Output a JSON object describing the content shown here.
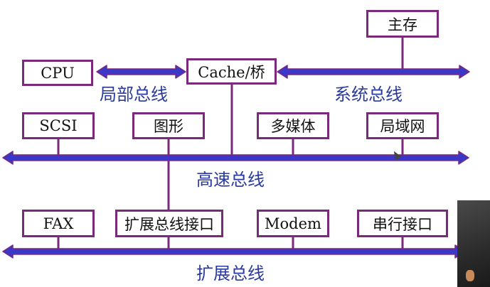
{
  "diagram": {
    "boxes": {
      "main_memory": "主存",
      "cpu": "CPU",
      "cache_bridge": "Cache/桥",
      "scsi": "SCSI",
      "graphics": "图形",
      "multimedia": "多媒体",
      "lan": "局域网",
      "fax": "FAX",
      "expansion_bus_interface": "扩展总线接口",
      "modem": "Modem",
      "serial_interface": "串行接口"
    },
    "buses": {
      "local_bus": "局部总线",
      "system_bus": "系统总线",
      "high_speed_bus": "高速总线",
      "expansion_bus": "扩展总线"
    },
    "colors": {
      "box_border": "#7b2a7b",
      "line": "#7b2a7b",
      "bus_fill": "#3b37c8",
      "bus_outline": "#7b2a7b",
      "label_text": "#2a3a9c"
    }
  }
}
